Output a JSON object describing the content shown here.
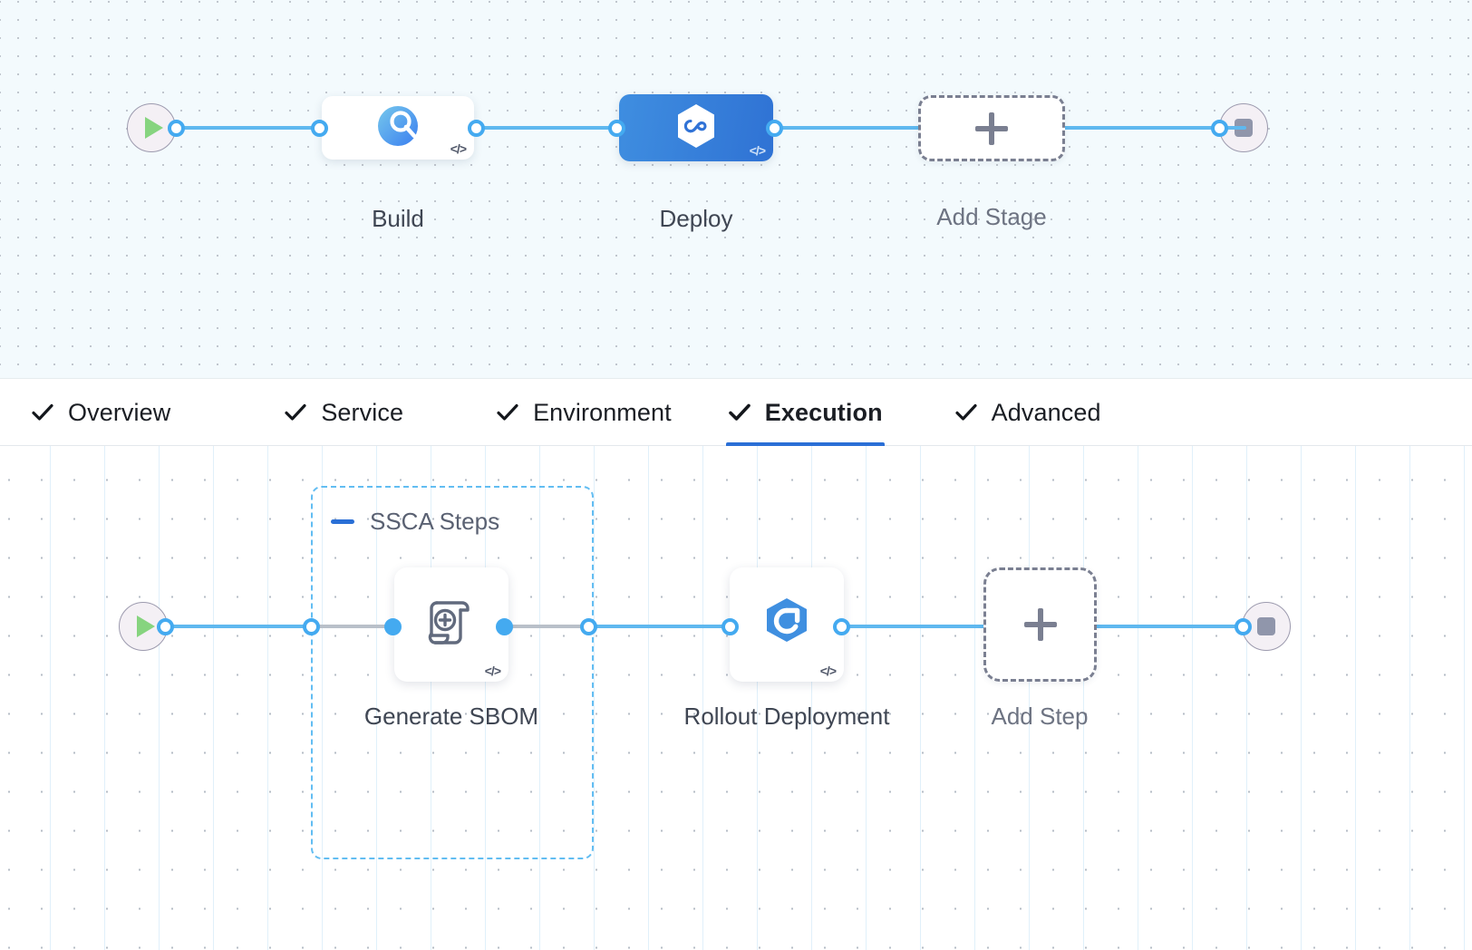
{
  "stage_row": {
    "start_node": {
      "name": "pipeline-start",
      "icon": "play-icon"
    },
    "end_node": {
      "name": "pipeline-end",
      "icon": "stop-icon"
    },
    "stages": [
      {
        "label": "Build",
        "icon": "ci-build-icon",
        "selected": false,
        "code_badge": "</>"
      },
      {
        "label": "Deploy",
        "icon": "cd-infinity-hexagon-icon",
        "selected": true,
        "code_badge": "</>"
      }
    ],
    "add_stage": {
      "label": "Add Stage",
      "icon": "plus-icon"
    }
  },
  "tabs": [
    {
      "label": "Overview",
      "icon": "check-icon",
      "active": false
    },
    {
      "label": "Service",
      "icon": "check-icon",
      "active": false
    },
    {
      "label": "Environment",
      "icon": "check-icon",
      "active": false
    },
    {
      "label": "Execution",
      "icon": "check-icon",
      "active": true
    },
    {
      "label": "Advanced",
      "icon": "check-icon",
      "active": false
    }
  ],
  "execution": {
    "start_node": {
      "name": "execution-start",
      "icon": "play-icon"
    },
    "end_node": {
      "name": "execution-end",
      "icon": "stop-icon"
    },
    "group": {
      "title": "SSCA Steps",
      "collapse_icon": "minus-icon",
      "collapsed": false
    },
    "steps": [
      {
        "label": "Generate SBOM",
        "icon": "sbom-scroll-plus-icon",
        "code_badge": "</>",
        "in_group": true
      },
      {
        "label": "Rollout Deployment",
        "icon": "k8s-rollout-icon",
        "code_badge": "</>",
        "in_group": false
      }
    ],
    "add_step": {
      "label": "Add Step",
      "icon": "plus-icon"
    }
  },
  "colors": {
    "accent_blue": "#2a6fd6",
    "link_blue": "#5fb8ef",
    "node_dot": "#44aaf0",
    "group_dash": "#62bdf2",
    "canvas_top": "#f3fafd",
    "canvas_bottom": "#ffffff",
    "start_green": "#86d47f",
    "stop_gray": "#9096ab"
  }
}
